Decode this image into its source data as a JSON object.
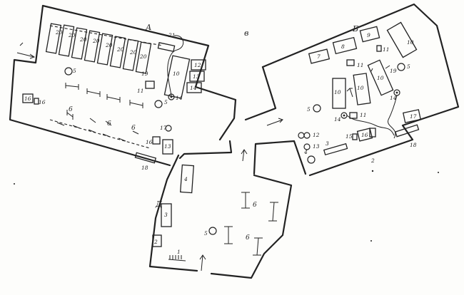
{
  "labels": {
    "zone_a": "А",
    "zone_b": "Б",
    "zone_v": "в",
    "zone_d": "Д",
    "n1": "1",
    "n2": "2",
    "n3": "3",
    "n4": "4",
    "n5": "5",
    "n6": "6",
    "n7": "7",
    "n8": "8",
    "n9": "9",
    "n10": "10",
    "n11": "11",
    "n12": "12",
    "n13": "13",
    "n14": "14",
    "n15": "15",
    "n16": "16",
    "n17": "17",
    "n18": "18",
    "n19": "19",
    "n20": "20",
    "n21": "21"
  }
}
